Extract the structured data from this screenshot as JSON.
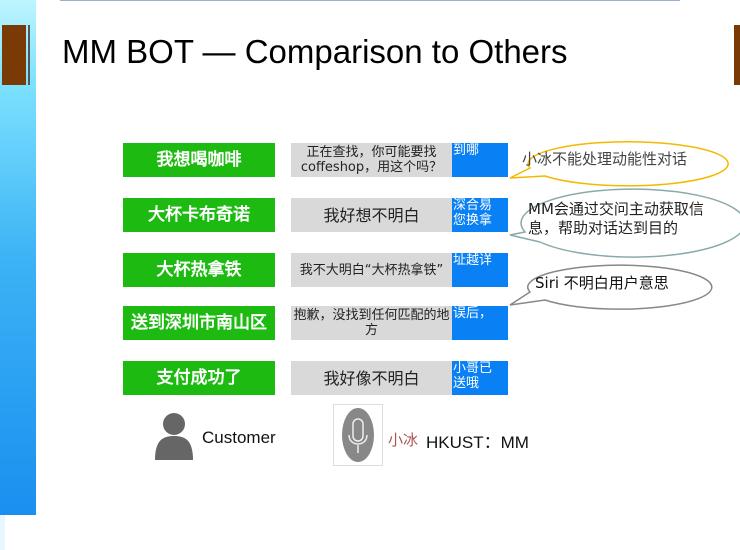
{
  "title": "MM BOT — Comparison to Others",
  "rows": [
    {
      "customer": "我想喝咖啡",
      "siri": "正在查找，你可能要找coffeshop，用这个吗？",
      "mm": "到哪"
    },
    {
      "customer": "大杯卡布奇诺",
      "siri": "我好想不明白",
      "mm": "深合易 您换拿"
    },
    {
      "customer": "大杯热拿铁",
      "siri": "我不大明白“大杯热拿铁”",
      "mm": "址越详"
    },
    {
      "customer": "送到深圳市南山区",
      "siri": "抱歉，没找到任何匹配的地方",
      "mm": "误后，"
    },
    {
      "customer": "支付成功了",
      "siri": "我好像不明白",
      "mm": "小哥已 送哦"
    }
  ],
  "callouts": {
    "xiaobing": "小冰不能处理动能性对话",
    "mm": "MM会通过交问主动获取信息，帮助对话达到目的",
    "siri": "Siri 不明白用户意思"
  },
  "legend": {
    "customer": "Customer",
    "xiaobing": "小冰",
    "mm": "HKUST：MM"
  },
  "colors": {
    "customer": "#1dbb11",
    "siri": "#d9d9d9",
    "mm": "#0a80f5"
  }
}
